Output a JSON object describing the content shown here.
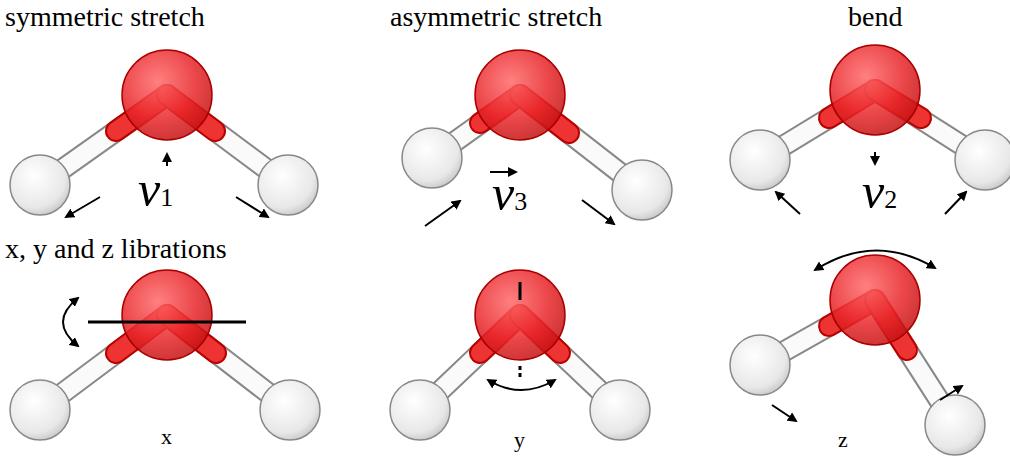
{
  "diagram": {
    "labels": [
      "symmetric stretch",
      "asymmetric stretch",
      "bend",
      "ν1",
      "ν3",
      "ν2",
      "x, y and z librations",
      "x",
      "y",
      "z"
    ]
  }
}
